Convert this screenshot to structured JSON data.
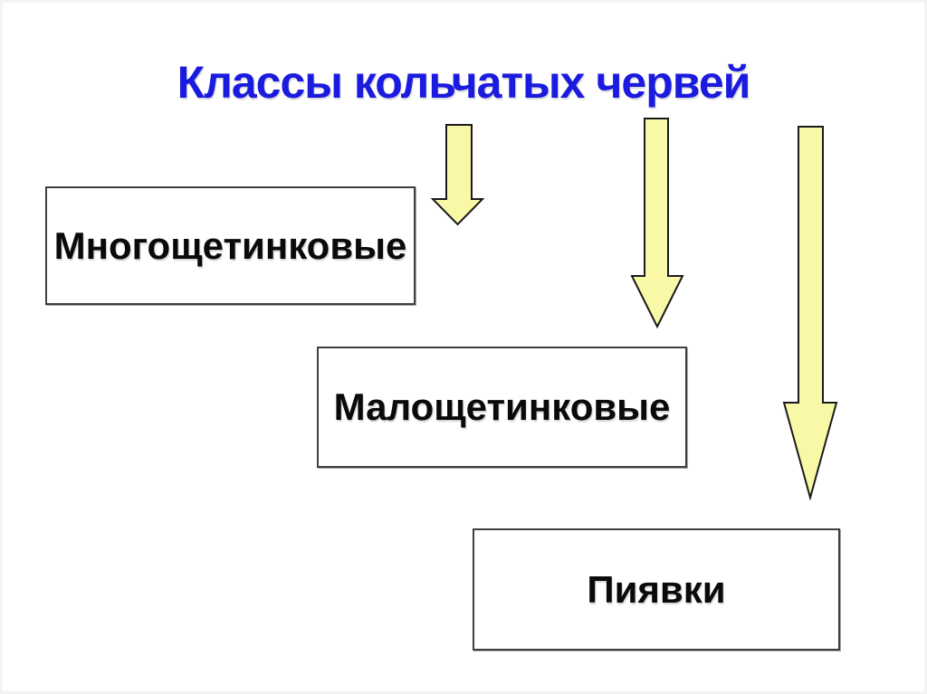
{
  "slide": {
    "title": {
      "text": "Классы кольчатых червей",
      "color": "#1b1be0"
    },
    "boxes": [
      {
        "label": "Многощетинковые"
      },
      {
        "label": "Малощетинковые"
      },
      {
        "label": "Пиявки"
      }
    ],
    "arrows": {
      "fill": "#f8f8a6",
      "stroke": "#1a1a1a",
      "items": [
        {
          "name": "down-arrow-short"
        },
        {
          "name": "down-arrow-medium"
        },
        {
          "name": "down-arrow-long"
        }
      ]
    },
    "colors": {
      "background": "#ffffff",
      "box_border": "#3f3f3f",
      "box_text": "#0a0a0a"
    }
  }
}
